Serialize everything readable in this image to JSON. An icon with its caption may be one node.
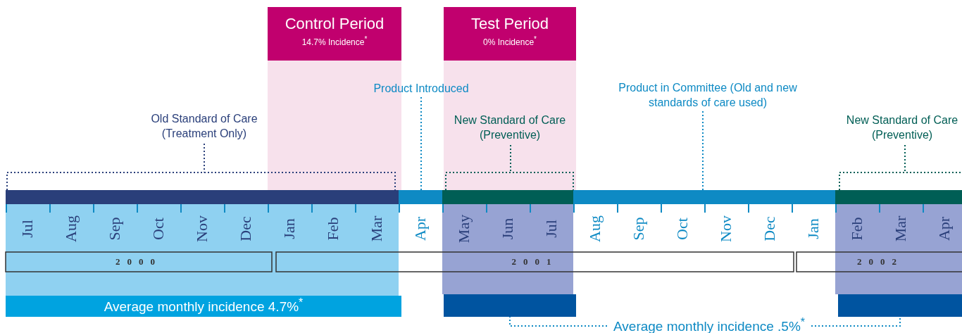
{
  "diagram": {
    "nodes": [
      {
        "text": [
          "Control Period",
          "14.7% Incidence$^{*}$"
        ]
      },
      {
        "text": [
          "Test Period",
          "0% Incidence$^{*}$"
        ]
      },
      {
        "text": [
          "Product Introduced"
        ]
      },
      {
        "text": [
          "Old Standard of Care (Treatment Only)"
        ]
      },
      {
        "text": [
          "New Standard of Care (Preventive)"
        ],
        "in": 1
      },
      {
        "text": [
          "Product in Committee (Old and new standards of care used)"
        ]
      },
      {
        "text": [
          "New Standard of Care (Preventive)"
        ]
      },
      {
        "text": [
          "Average monthly incidence 4.7%$^{*}$"
        ]
      },
      {
        "text": [],
        "shape": "bar"
      },
      {
        "text": [],
        "shape": "bar"
      },
      {
        "text": [
          "Average monthly incidence .5%$^{*}$"
        ]
      },
      {
        "text": [],
        "shape": "bar"
      },
      {
        "text": [],
        "shape": "bar"
      },
      {
        "text": [],
        "shape": "bar"
      },
      {
        "text": [],
        "shape": "bar"
      },
      {
        "text": [],
        "shape": "bar"
      }
    ],
    "edges": [
      {
        "from": 2,
        "to": 12,
        "arrow": "none",
        "style": "dashed"
      },
      {
        "from": 3,
        "to": 11,
        "arrow": "none",
        "style": "dashed",
        "color": "#2a3f7a"
      },
      {
        "from": 4,
        "to": 13,
        "arrow": "none",
        "style": "dashed",
        "color": "#005e55"
      },
      {
        "from": 5,
        "to": 14,
        "arrow": "none",
        "style": "dashed"
      },
      {
        "from": 6,
        "to": 15,
        "arrow": "none",
        "style": "dashed",
        "color": "#005e55"
      },
      {
        "from": 10,
        "to": 8,
        "arrow": "none",
        "style": "dashed"
      },
      {
        "from": 10,
        "to": 9,
        "arrow": "none",
        "style": "dashed"
      }
    ],
    "labels": [
      "Jul",
      "Aug",
      "Sep",
      "Oct",
      "Nov",
      "Dec",
      "Jan",
      "Feb",
      "Mar",
      "Apr",
      "May",
      "Jun",
      "Jul",
      "Aug",
      "Sep",
      "Oct",
      "Nov",
      "Dec",
      "Jan",
      "Feb",
      "Mar",
      "Apr",
      "2000",
      "2001",
      "2002"
    ]
  }
}
